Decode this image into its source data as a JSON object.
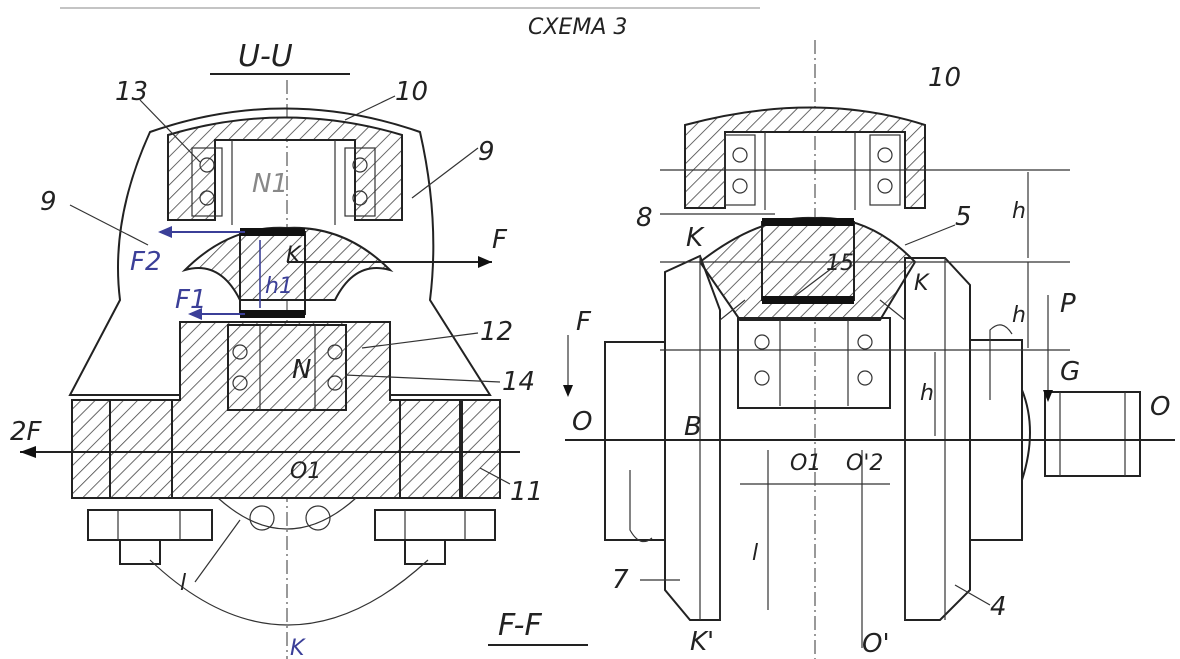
{
  "title": "СХЕМА 3",
  "left_view": {
    "section_label": "U-U",
    "labels": {
      "p13": "13",
      "p10": "10",
      "p9a": "9",
      "p9b": "9",
      "N1": "N1",
      "F2": "F2",
      "K": "K",
      "h1": "h1",
      "F1": "F1",
      "F": "F",
      "p12": "12",
      "N": "N",
      "p14": "14",
      "twoF": "2F",
      "p11": "11",
      "O1": "O1",
      "l": "l",
      "Kb": "K"
    }
  },
  "right_view": {
    "section_label": "F-F",
    "labels": {
      "p10": "10",
      "p8": "8",
      "K1": "K",
      "p5": "5",
      "p15": "15",
      "K2": "K",
      "h_top": "h",
      "h_mid": "h",
      "h_low": "h",
      "P": "P",
      "F": "F",
      "O_left": "O",
      "O_right": "O",
      "B": "B",
      "G": "G",
      "O1": "O1",
      "O2": "O'2",
      "l": "l",
      "p7": "7",
      "Kp": "K'",
      "Op": "O'",
      "p4": "4"
    }
  },
  "colors": {
    "ink": "#222222",
    "blue_ink": "#3b3f98",
    "paper": "#ffffff"
  }
}
